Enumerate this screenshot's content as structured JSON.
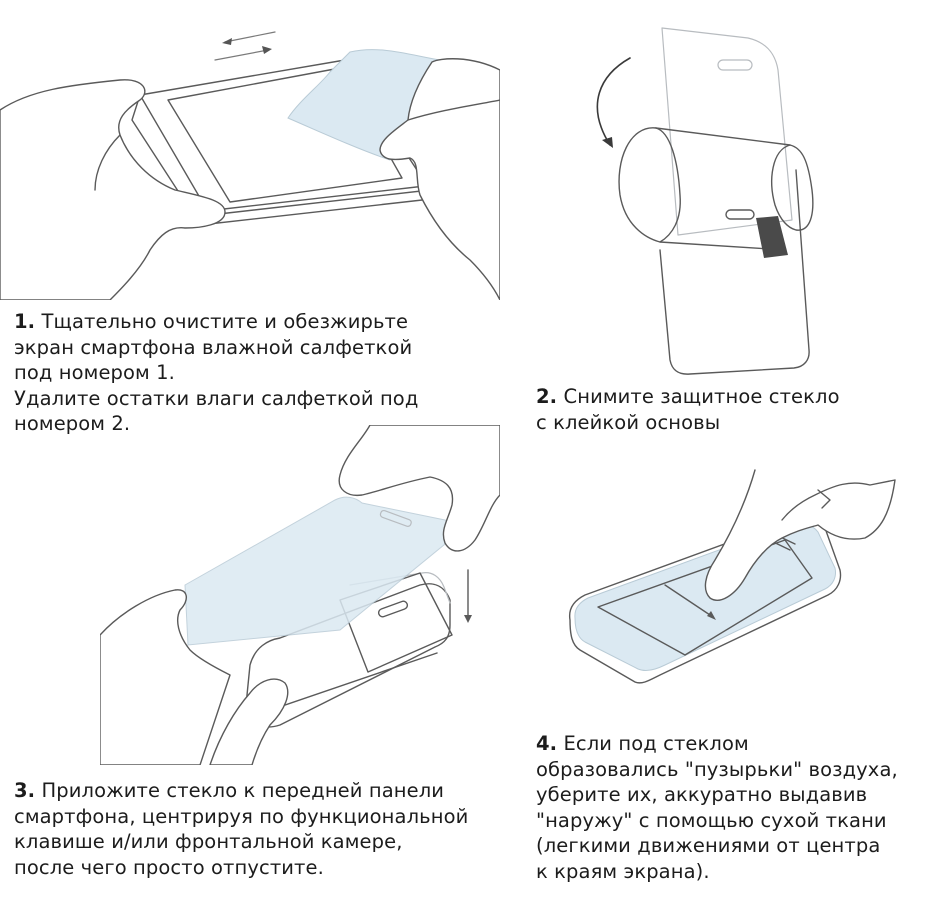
{
  "steps": [
    {
      "number": "1.",
      "lines": [
        "Тщательно очистите и обезжирьте",
        "экран смартфона влажной салфеткой",
        "под номером 1.",
        "Удалите остатки влаги салфеткой под",
        "номером 2."
      ],
      "illustration": "hands-wiping-phone-screen-with-cloth"
    },
    {
      "number": "2.",
      "lines": [
        "Снимите защитное стекло",
        "с клейкой основы"
      ],
      "illustration": "peeling-backing-film-from-glass"
    },
    {
      "number": "3.",
      "lines": [
        "Приложите стекло к передней панели",
        "смартфона, центрируя по функциональной",
        "клавише и/или фронтальной камере,",
        "после чего просто отпустите."
      ],
      "illustration": "hands-placing-glass-onto-phone"
    },
    {
      "number": "4.",
      "lines": [
        "Если под стеклом",
        "образовались \"пузырьки\" воздуха,",
        "уберите их, аккуратно выдавив",
        "\"наружу\" с помощью сухой ткани",
        "(легкими движениями от центра",
        "к краям экрана)."
      ],
      "illustration": "finger-pressing-out-bubbles"
    }
  ],
  "colors": {
    "text": "#1c1c1c",
    "line_art": "#5a5a5a",
    "glass_tint": "#dbe9f2",
    "backing_tab": "#4a4a4a",
    "background": "#ffffff"
  }
}
